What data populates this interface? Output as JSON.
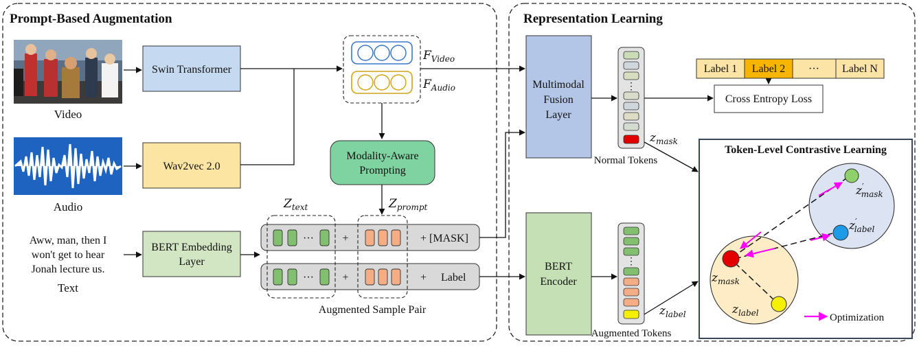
{
  "sections": {
    "left_title": "Prompt-Based Augmentation",
    "right_title": "Representation Learning"
  },
  "inputs": {
    "video_label": "Video",
    "audio_label": "Audio",
    "text_label": "Text",
    "text_sample": [
      "Aww, man, then I",
      "won't get to hear",
      "Jonah lecture us."
    ]
  },
  "encoders": {
    "swin": "Swin Transformer",
    "wav2vec": "Wav2vec 2.0",
    "bert_embed": [
      "BERT Embedding",
      "Layer"
    ]
  },
  "features": {
    "f_video": "F",
    "f_video_sub": "Video",
    "f_audio": "F",
    "f_audio_sub": "Audio"
  },
  "prompting": {
    "label": [
      "Modality-Aware",
      "Prompting"
    ],
    "z_prompt": "Z",
    "z_prompt_sub": "prompt",
    "z_text": "Z",
    "z_text_sub": "text"
  },
  "sample_pair": {
    "row1_ellipsis": "···",
    "row1_plus": "+",
    "row1_tail": "+ [MASK]",
    "row2_ellipsis": "···",
    "row2_plus": "+",
    "row2_tail_plus": "+",
    "row2_tail": "Label",
    "caption": "Augmented Sample Pair"
  },
  "fusion": {
    "label": [
      "Multimodal",
      "Fusion",
      "Layer"
    ],
    "normal_tokens": "Normal Tokens",
    "z_mask": "z",
    "z_mask_sub": "mask"
  },
  "bert_encoder": {
    "label": [
      "BERT",
      "Encoder"
    ],
    "augmented_tokens": "Augmented Tokens",
    "z_label": "z",
    "z_label_sub": "label"
  },
  "labels_bar": {
    "items": [
      "Label 1",
      "Label 2",
      "···",
      "Label N"
    ]
  },
  "loss": {
    "label": "Cross Entropy Loss"
  },
  "contrastive": {
    "title": "Token-Level Contrastive Learning",
    "z_mask_prime": "z",
    "z_mask_prime_sub": "mask",
    "z_label_prime": "z",
    "z_label_prime_sub": "label",
    "z_mask": "z",
    "z_mask_sub": "mask",
    "z_label": "z",
    "z_label_sub": "label",
    "legend": "Optimization"
  },
  "colors": {
    "blue_box": "#c5daf0",
    "yellow_box": "#fce5a2",
    "green_box": "#d3e6c4",
    "green_prompt": "#7ed3a0",
    "fusion_purple": "#b4c6e7",
    "label_yellow": "#fce4a6",
    "label_orange": "#f7b500",
    "green_token": "#82c070",
    "orange_token": "#f4ad84",
    "mask_red": "#e20000",
    "label_yellow_dot": "#f5f000",
    "pink_arrow": "#ff00ff",
    "blue_dot": "#1e9be8",
    "light_green_dot": "#8ed16b"
  }
}
